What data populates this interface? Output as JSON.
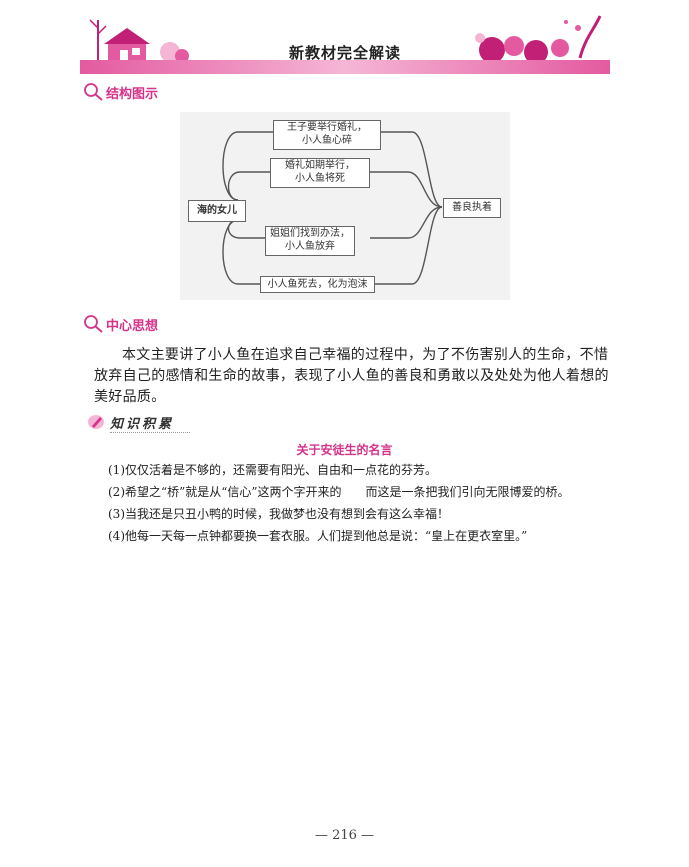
{
  "header": {
    "title": "新教材完全解读"
  },
  "sections": {
    "structure": {
      "label": "结构图示"
    },
    "central": {
      "label": "中心思想"
    },
    "knowledge": {
      "label": "知识积累"
    }
  },
  "diagram": {
    "center": "海的女儿",
    "right": "善良执着",
    "branches": [
      {
        "line1": "王子要举行婚礼，",
        "line2": "小人鱼心碎"
      },
      {
        "line1": "婚礼如期举行，",
        "line2": "小人鱼将死"
      },
      {
        "line1": "姐姐们找到办法，",
        "line2": "小人鱼放弃"
      },
      {
        "line1": "小人鱼死去，化为泡沫",
        "line2": ""
      }
    ]
  },
  "central_text": "本文主要讲了小人鱼在追求自己幸福的过程中，为了不伤害别人的生命，不惜放弃自己的感情和生命的故事，表现了小人鱼的善良和勇敢以及处处为他人着想的美好品质。",
  "knowledge": {
    "title": "关于安徒生的名言",
    "quotes": [
      "(1)仅仅活着是不够的，还需要有阳光、自由和一点花的芬芳。",
      "(2)希望之“桥”就是从“信心”这两个字开来的　　而这是一条把我们引向无限博爱的桥。",
      "(3)当我还是只丑小鸭的时候，我做梦也没有想到会有这么幸福！",
      "(4)他每一天每一点钟都要换一套衣服。人们提到他总是说：“皇上在更衣室里。”"
    ]
  },
  "page_number": "— 216 —",
  "colors": {
    "accent": "#d6338a",
    "band": "#e35aa0"
  }
}
